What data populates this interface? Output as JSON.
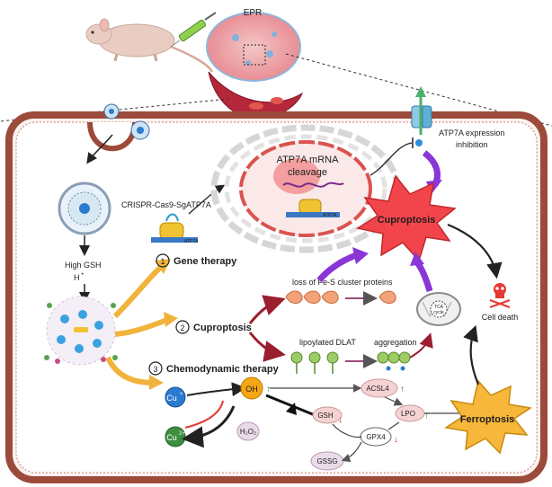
{
  "labels": {
    "epr": "EPR",
    "mrna_cleavage_line1": "ATP7A mRNA",
    "mrna_cleavage_line2": "cleavage",
    "atp7a_expr_line1": "ATP7A  expression",
    "atp7a_expr_line2": "inhibition",
    "crispr": "CRISPR-Cas9-SgATP7A",
    "atp7a_tag": "ATP7A",
    "high_gsh": "High GSH",
    "h_plus": "H",
    "gene_therapy_num": "1",
    "gene_therapy": "Gene therapy",
    "cuproptosis_num": "2",
    "cuproptosis_branch": "Cuproptosis",
    "cdt_num": "3",
    "cdt": "Chemodynamic therapy",
    "cuproptosis_burst": "Cuproptosis",
    "fes_loss": "loss of Fe-S cluster proteins",
    "lipoylated_dlat": "lipoylated DLAT",
    "aggregation": "aggregation",
    "tca_line1": "TCA",
    "tca_line2": "cycle",
    "cell_death": "Cell death",
    "cu_plus": "Cu",
    "cu_plus_sup": "+",
    "cu_2plus": "Cu",
    "cu_2plus_sup": "2+",
    "oh": "OH",
    "h2o2": "H₂O₂",
    "acsl4": "ACSL4",
    "gsh": "GSH",
    "lpo": "LPO",
    "gpx4": "GPX4",
    "gssg": "GSSG",
    "ferroptosis": "Ferroptosis"
  },
  "colors": {
    "membrane": "#9c4a3a",
    "membrane_fill": "#fbf5f3",
    "cytosol": "#fdf8f6",
    "burst_fill": "#f2454b",
    "ferroptosis_fill": "#f6b73a",
    "gold_arrow": "#f2b33c",
    "purple_arrow": "#8a35d8",
    "maroon_arrow": "#9b1f2f",
    "cu_blue": "#2b7bd1",
    "cu_green": "#3c8f3e",
    "oh_orange": "#f6a514",
    "pink_oval": "#f5d3d3"
  }
}
